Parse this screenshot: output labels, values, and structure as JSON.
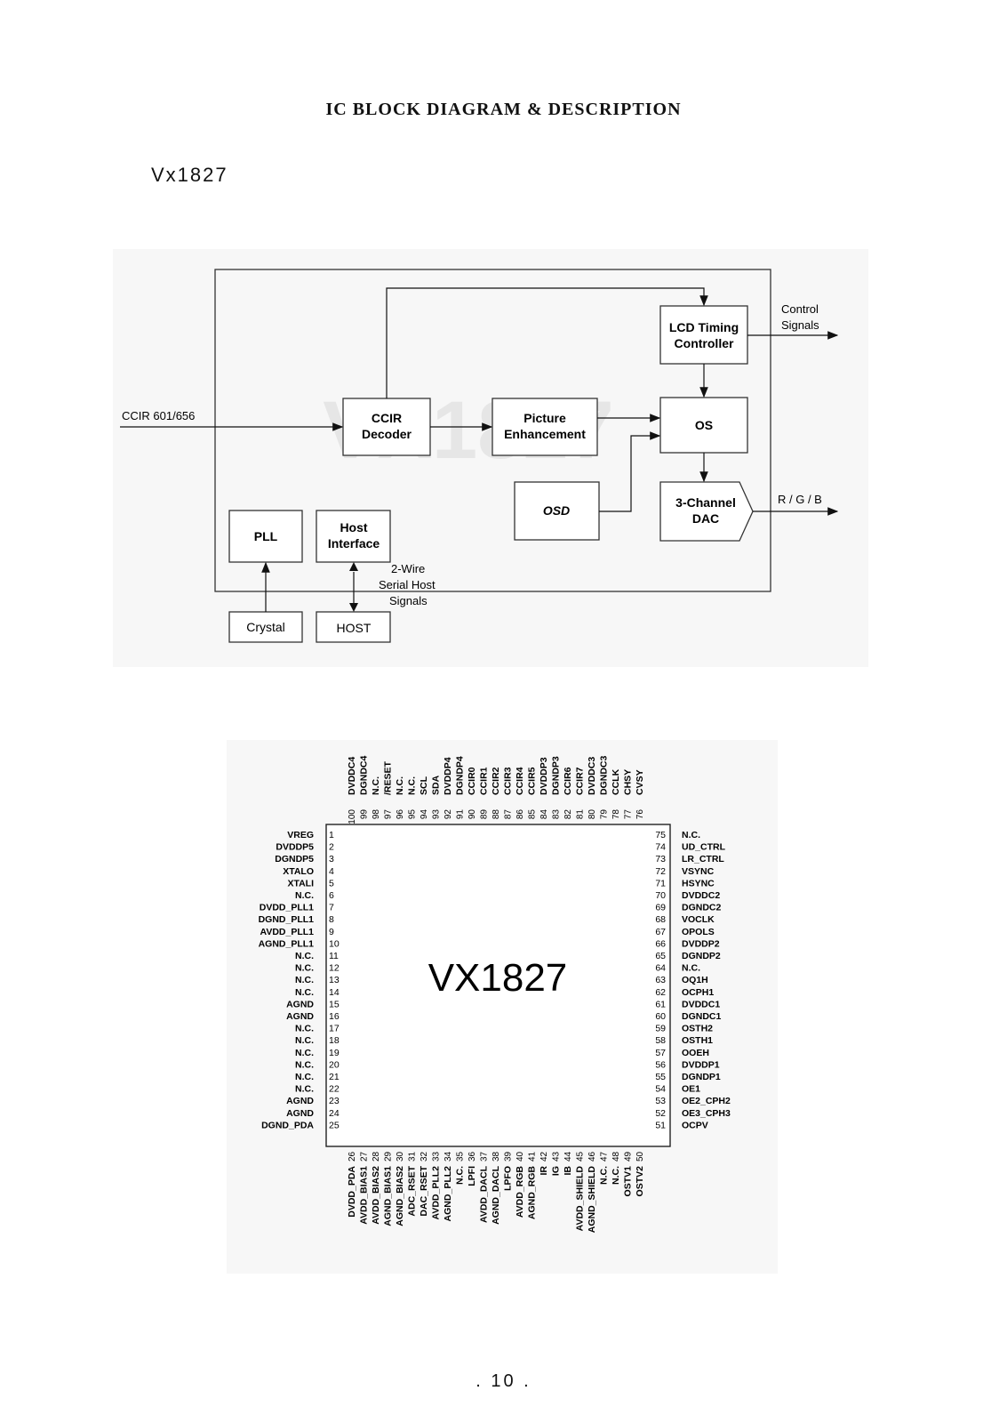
{
  "page": {
    "title": "IC BLOCK DIAGRAM & DESCRIPTION",
    "subtitle": "Vx1827",
    "page_number": ". 10 ."
  },
  "block_diagram": {
    "watermark": "VX1827",
    "input_label": "CCIR 601/656",
    "blocks": {
      "ccir_line1": "CCIR",
      "ccir_line2": "Decoder",
      "pic_line1": "Picture",
      "pic_line2": "Enhancement",
      "lcd_line1": "LCD Timing",
      "lcd_line2": "Controller",
      "os": "OS",
      "osd": "OSD",
      "dac_line1": "3-Channel",
      "dac_line2": "DAC",
      "pll": "PLL",
      "host_line1": "Host",
      "host_line2": "Interface",
      "crystal": "Crystal",
      "host": "HOST"
    },
    "outputs": {
      "control_line1": "Control",
      "control_line2": "Signals",
      "rgb": "R / G / B"
    },
    "serial": {
      "line1": "2-Wire",
      "line2": "Serial Host",
      "line3": "Signals"
    }
  },
  "pinout": {
    "chip_name": "VX1827",
    "left": [
      {
        "num": "1",
        "name": "VREG"
      },
      {
        "num": "2",
        "name": "DVDDP5"
      },
      {
        "num": "3",
        "name": "DGNDP5"
      },
      {
        "num": "4",
        "name": "XTALO"
      },
      {
        "num": "5",
        "name": "XTALI"
      },
      {
        "num": "6",
        "name": "N.C."
      },
      {
        "num": "7",
        "name": "DVDD_PLL1"
      },
      {
        "num": "8",
        "name": "DGND_PLL1"
      },
      {
        "num": "9",
        "name": "AVDD_PLL1"
      },
      {
        "num": "10",
        "name": "AGND_PLL1"
      },
      {
        "num": "11",
        "name": "N.C."
      },
      {
        "num": "12",
        "name": "N.C."
      },
      {
        "num": "13",
        "name": "N.C."
      },
      {
        "num": "14",
        "name": "N.C."
      },
      {
        "num": "15",
        "name": "AGND"
      },
      {
        "num": "16",
        "name": "AGND"
      },
      {
        "num": "17",
        "name": "N.C."
      },
      {
        "num": "18",
        "name": "N.C."
      },
      {
        "num": "19",
        "name": "N.C."
      },
      {
        "num": "20",
        "name": "N.C."
      },
      {
        "num": "21",
        "name": "N.C."
      },
      {
        "num": "22",
        "name": "N.C."
      },
      {
        "num": "23",
        "name": "AGND"
      },
      {
        "num": "24",
        "name": "AGND"
      },
      {
        "num": "25",
        "name": "DGND_PDA"
      }
    ],
    "right": [
      {
        "num": "75",
        "name": "N.C."
      },
      {
        "num": "74",
        "name": "UD_CTRL"
      },
      {
        "num": "73",
        "name": "LR_CTRL"
      },
      {
        "num": "72",
        "name": "VSYNC"
      },
      {
        "num": "71",
        "name": "HSYNC"
      },
      {
        "num": "70",
        "name": "DVDDC2"
      },
      {
        "num": "69",
        "name": "DGNDC2"
      },
      {
        "num": "68",
        "name": "VOCLK"
      },
      {
        "num": "67",
        "name": "OPOLS"
      },
      {
        "num": "66",
        "name": "DVDDP2"
      },
      {
        "num": "65",
        "name": "DGNDP2"
      },
      {
        "num": "64",
        "name": "N.C."
      },
      {
        "num": "63",
        "name": "OQ1H"
      },
      {
        "num": "62",
        "name": "OCPH1"
      },
      {
        "num": "61",
        "name": "DVDDC1"
      },
      {
        "num": "60",
        "name": "DGNDC1"
      },
      {
        "num": "59",
        "name": "OSTH2"
      },
      {
        "num": "58",
        "name": "OSTH1"
      },
      {
        "num": "57",
        "name": "OOEH"
      },
      {
        "num": "56",
        "name": "DVDDP1"
      },
      {
        "num": "55",
        "name": "DGNDP1"
      },
      {
        "num": "54",
        "name": "OE1"
      },
      {
        "num": "53",
        "name": "OE2_CPH2"
      },
      {
        "num": "52",
        "name": "OE3_CPH3"
      },
      {
        "num": "51",
        "name": "OCPV"
      }
    ],
    "top": [
      {
        "num": "100",
        "name": "DVDDC4"
      },
      {
        "num": "99",
        "name": "DGNDC4"
      },
      {
        "num": "98",
        "name": "N.C."
      },
      {
        "num": "97",
        "name": "/RESET"
      },
      {
        "num": "96",
        "name": "N.C."
      },
      {
        "num": "95",
        "name": "N.C."
      },
      {
        "num": "94",
        "name": "SCL"
      },
      {
        "num": "93",
        "name": "SDA"
      },
      {
        "num": "92",
        "name": "DVDDP4"
      },
      {
        "num": "91",
        "name": "DGNDP4"
      },
      {
        "num": "90",
        "name": "CCIR0"
      },
      {
        "num": "89",
        "name": "CCIR1"
      },
      {
        "num": "88",
        "name": "CCIR2"
      },
      {
        "num": "87",
        "name": "CCIR3"
      },
      {
        "num": "86",
        "name": "CCIR4"
      },
      {
        "num": "85",
        "name": "CCIR5"
      },
      {
        "num": "84",
        "name": "DVDDP3"
      },
      {
        "num": "83",
        "name": "DGNDP3"
      },
      {
        "num": "82",
        "name": "CCIR6"
      },
      {
        "num": "81",
        "name": "CCIR7"
      },
      {
        "num": "80",
        "name": "DVDDC3"
      },
      {
        "num": "79",
        "name": "DGNDC3"
      },
      {
        "num": "78",
        "name": "CCLK"
      },
      {
        "num": "77",
        "name": "CHSY"
      },
      {
        "num": "76",
        "name": "CVSY"
      }
    ],
    "bottom": [
      {
        "num": "26",
        "name": "DVDD_PDA"
      },
      {
        "num": "27",
        "name": "AVDD_BIAS1"
      },
      {
        "num": "28",
        "name": "AVDD_BIAS2"
      },
      {
        "num": "29",
        "name": "AGND_BIAS1"
      },
      {
        "num": "30",
        "name": "AGND_BIAS2"
      },
      {
        "num": "31",
        "name": "ADC_RSET"
      },
      {
        "num": "32",
        "name": "DAC_RSET"
      },
      {
        "num": "33",
        "name": "AVDD_PLL2"
      },
      {
        "num": "34",
        "name": "AGND_PLL2"
      },
      {
        "num": "35",
        "name": "N.C."
      },
      {
        "num": "36",
        "name": "LPFI"
      },
      {
        "num": "37",
        "name": "AVDD_DACL"
      },
      {
        "num": "38",
        "name": "AGND_DACL"
      },
      {
        "num": "39",
        "name": "LPFO"
      },
      {
        "num": "40",
        "name": "AVDD_RGB"
      },
      {
        "num": "41",
        "name": "AGND_RGB"
      },
      {
        "num": "42",
        "name": "IR"
      },
      {
        "num": "43",
        "name": "IG"
      },
      {
        "num": "44",
        "name": "IB"
      },
      {
        "num": "45",
        "name": "AVDD_SHIELD"
      },
      {
        "num": "46",
        "name": "AGND_SHIELD"
      },
      {
        "num": "47",
        "name": "N.C."
      },
      {
        "num": "48",
        "name": "N.C."
      },
      {
        "num": "49",
        "name": "OSTV1"
      },
      {
        "num": "50",
        "name": "OSTV2"
      }
    ]
  }
}
